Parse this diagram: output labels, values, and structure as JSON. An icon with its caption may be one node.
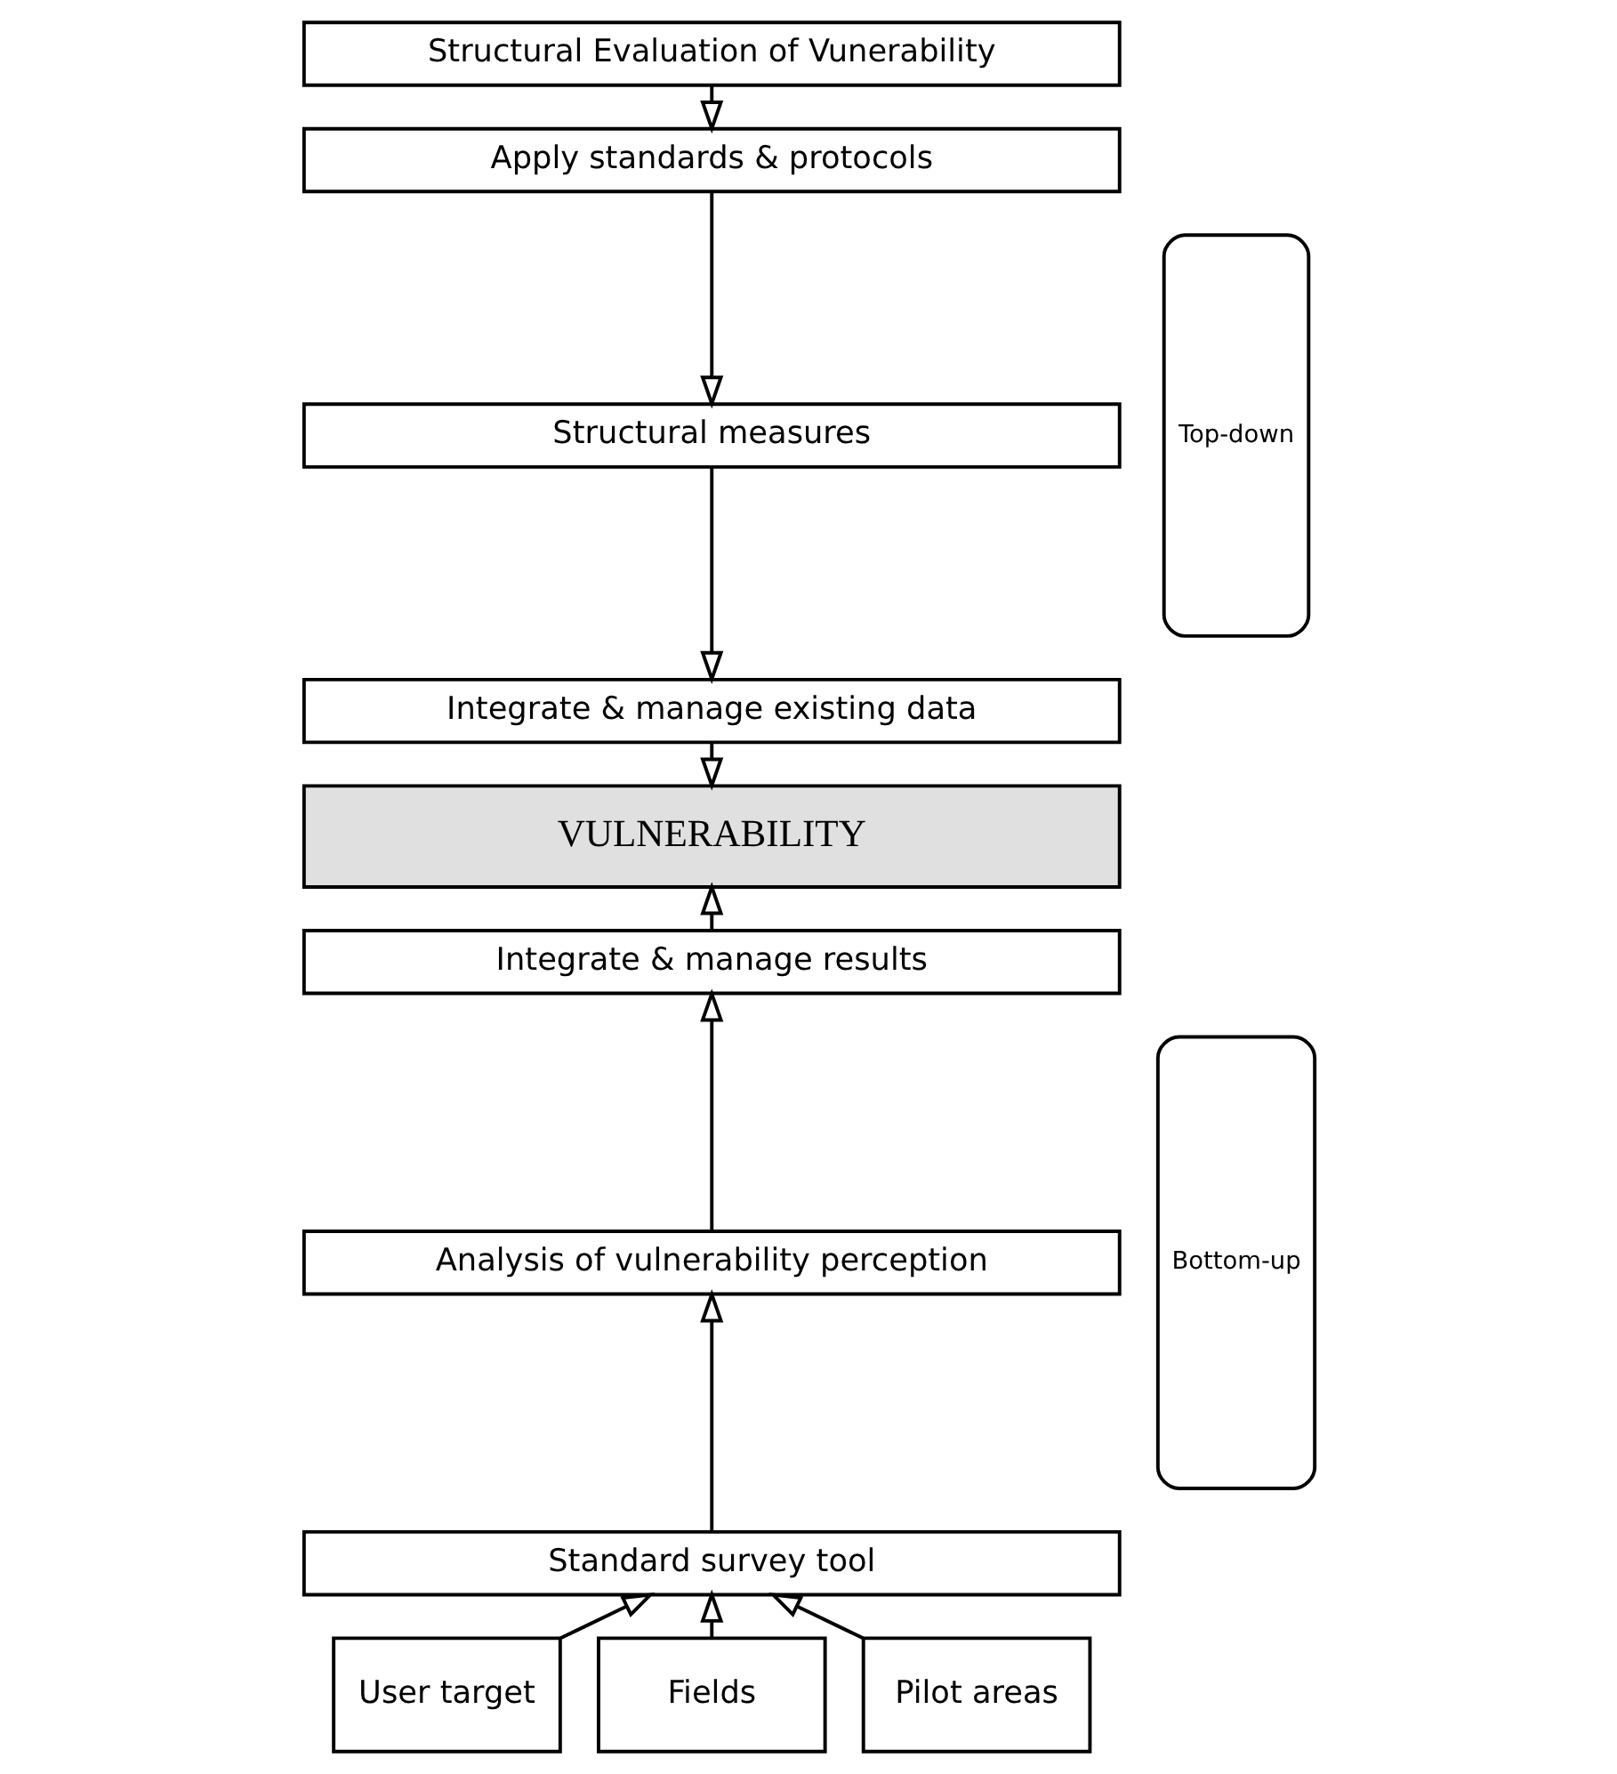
{
  "diagram": {
    "nodes": [
      {
        "text": [
          "Structural Evaluation of Vunerability"
        ]
      },
      {
        "text": [
          "Apply standards & protocols"
        ]
      },
      {
        "text": [
          "Structural measures"
        ]
      },
      {
        "text": [
          "Integrate & manage existing data"
        ]
      },
      {
        "text": [
          "VULNERABILITY"
        ]
      },
      {
        "text": [
          "Integrate & manage results"
        ]
      },
      {
        "text": [
          "Analysis of vulnerability perception"
        ]
      },
      {
        "text": [
          "Standard survey tool"
        ]
      },
      {
        "text": [
          "User target"
        ]
      },
      {
        "text": [
          "Fields"
        ]
      },
      {
        "text": [
          "Pilot areas"
        ]
      },
      {
        "text": [
          "Top-down"
        ]
      },
      {
        "text": [
          "Bottom-up"
        ]
      }
    ],
    "edges": [
      {
        "from": 0,
        "to": 1,
        "arrow": "to"
      },
      {
        "from": 1,
        "to": 2,
        "arrow": "to"
      },
      {
        "from": 2,
        "to": 3,
        "arrow": "to"
      },
      {
        "from": 3,
        "to": 4,
        "arrow": "to"
      },
      {
        "from": 5,
        "to": 4,
        "arrow": "to"
      },
      {
        "from": 6,
        "to": 5,
        "arrow": "to"
      },
      {
        "from": 7,
        "to": 6,
        "arrow": "to"
      },
      {
        "from": 8,
        "to": 7,
        "arrow": "to"
      },
      {
        "from": 9,
        "to": 7,
        "arrow": "to"
      },
      {
        "from": 10,
        "to": 7,
        "arrow": "to"
      }
    ]
  }
}
